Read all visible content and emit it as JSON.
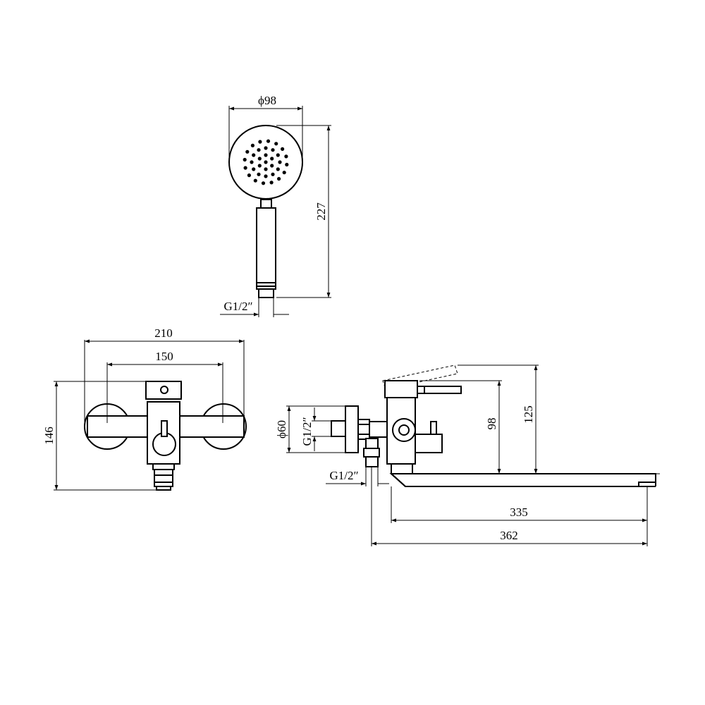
{
  "drawing": {
    "shower_head": {
      "diameter_label": "ϕ98",
      "height_label": "227",
      "thread_label": "G1/2″"
    },
    "front_view": {
      "overall_width_label": "210",
      "center_distance_label": "150",
      "height_label": "146"
    },
    "side_view": {
      "diameter_label": "ϕ60",
      "inlet_thread_label": "G1/2″",
      "outlet_thread_label": "G1/2″",
      "lower_height_label": "98",
      "upper_height_label": "125",
      "spout_length_label": "335",
      "overall_length_label": "362"
    },
    "colors": {
      "line": "#000000",
      "background": "#ffffff"
    }
  }
}
